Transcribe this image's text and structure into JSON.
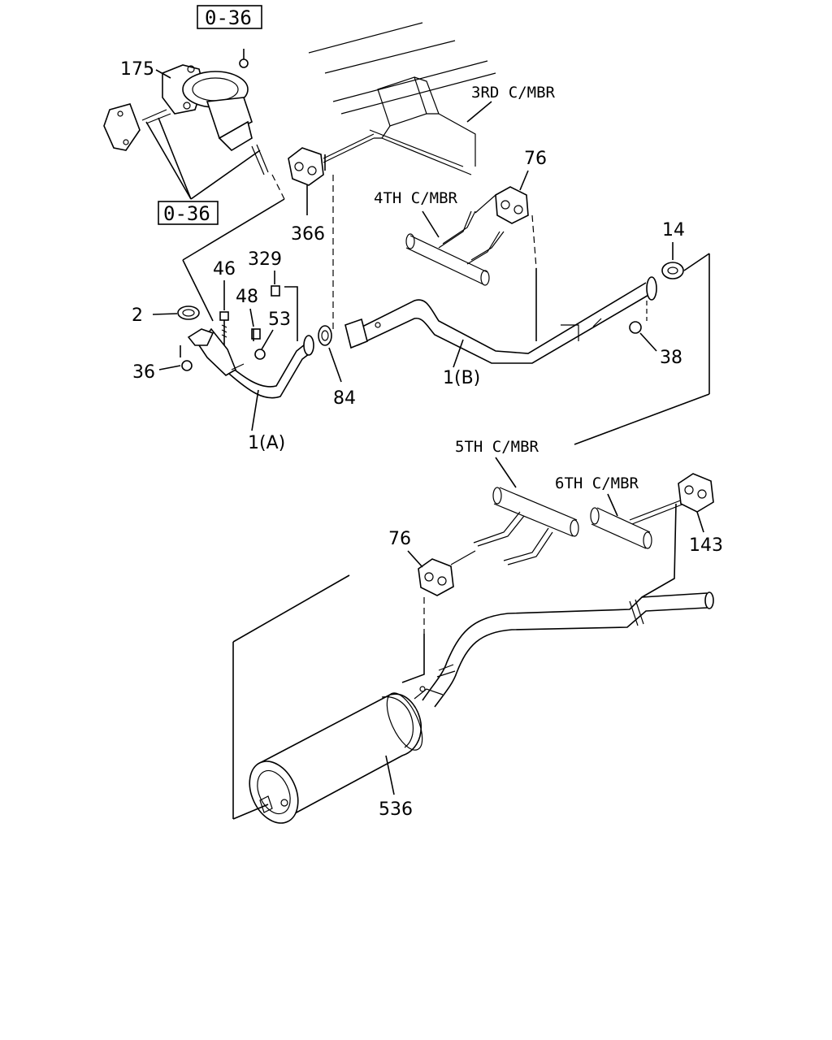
{
  "callouts": {
    "ref_top": "0-36",
    "ref_left": "0-36",
    "p175": "175",
    "p366": "366",
    "p76_top": "76",
    "p14": "14",
    "p329": "329",
    "p46": "46",
    "p48": "48",
    "p53": "53",
    "p2": "2",
    "p36": "36",
    "p84": "84",
    "p38": "38",
    "p1b": "1(B)",
    "p1a": "1(A)",
    "p76_bottom": "76",
    "p143": "143",
    "p536": "536"
  },
  "members": {
    "third": "3RD C/MBR",
    "fourth": "4TH C/MBR",
    "fifth": "5TH C/MBR",
    "sixth": "6TH C/MBR"
  }
}
